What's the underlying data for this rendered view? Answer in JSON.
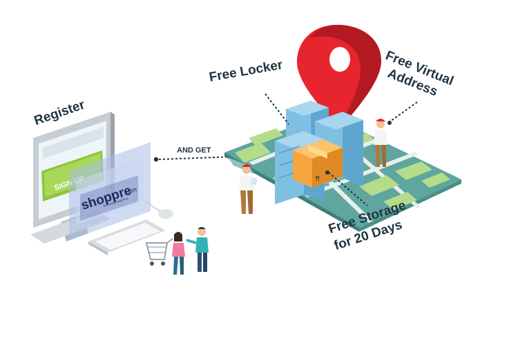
{
  "labels": {
    "register": "Register",
    "sign_up": "SIGN UP",
    "and_get": "AND GET",
    "free_locker": "Free Locker",
    "free_virtual_line1": "Free Virtual",
    "free_virtual_line2": "Address",
    "free_storage_line1": "Free Storage",
    "free_storage_line2": "for 20 Days"
  },
  "brand": {
    "logo_text": "shoppre",
    "logo_suffix": ".com",
    "tagline": "Delivering Happiness"
  },
  "colors": {
    "map_base": "#5ea69f",
    "map_road": "#e7efe9",
    "block_green": "#b5dc8a",
    "locker_blue": "#7fbfe2",
    "pin_red": "#e7252e",
    "box_orange": "#f5a53b",
    "text_dark": "#1f3341"
  }
}
